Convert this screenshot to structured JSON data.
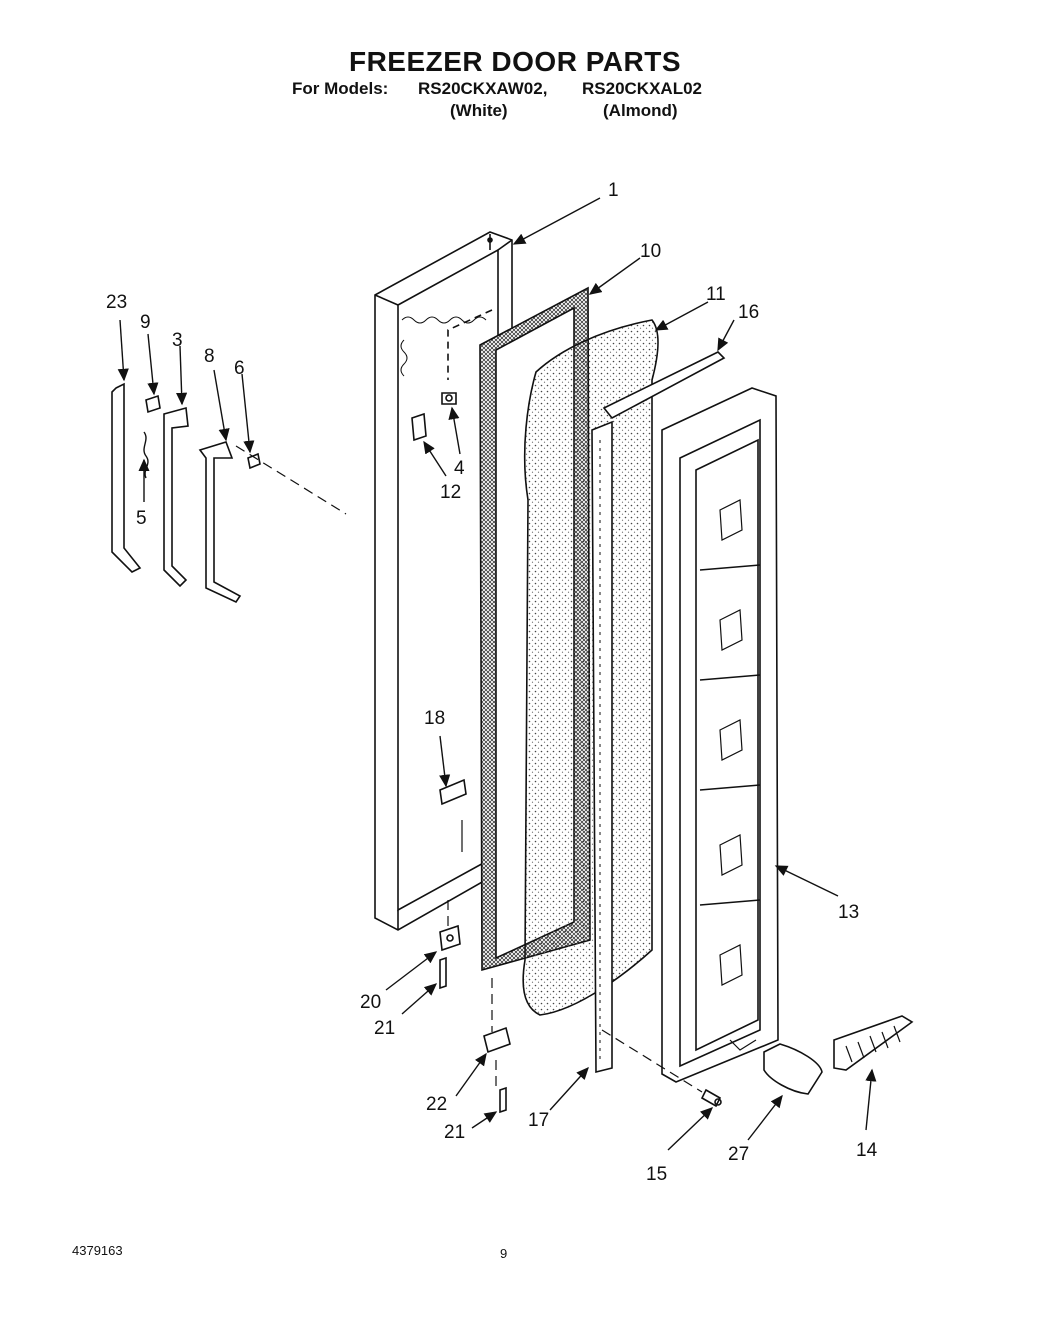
{
  "header": {
    "title": "FREEZER DOOR PARTS",
    "models_prefix": "For Models:",
    "model_a": "RS20CKXAW02,",
    "model_b": "RS20CKXAL02",
    "variant_a": "(White)",
    "variant_b": "(Almond)"
  },
  "callouts": [
    "1",
    "10",
    "11",
    "16",
    "23",
    "9",
    "3",
    "8",
    "6",
    "4",
    "12",
    "5",
    "18",
    "13",
    "20",
    "21",
    "22",
    "21",
    "17",
    "15",
    "27",
    "14"
  ],
  "footer": {
    "doc_number": "4379163",
    "page_number": "9"
  }
}
